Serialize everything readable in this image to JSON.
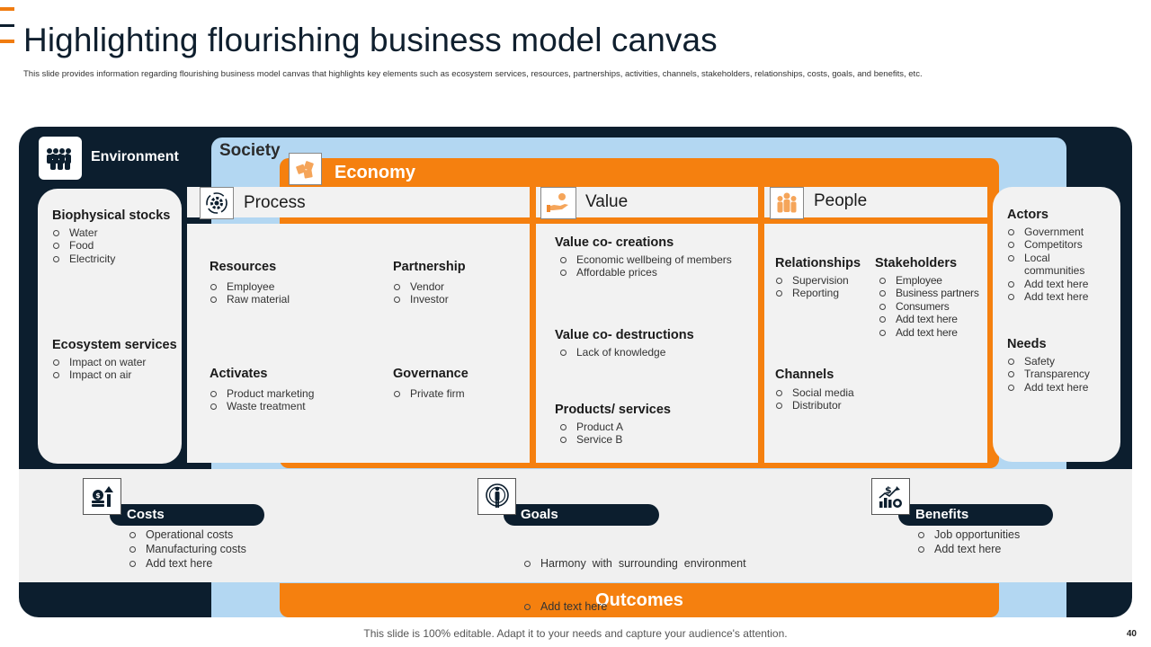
{
  "header": {
    "title": "Highlighting flourishing business model canvas",
    "subtitle": "This slide provides information regarding flourishing business model canvas that highlights  key elements  such as ecosystem services, resources, partnerships, activities, channels, stakeholders, relationships, costs, goals, and benefits, etc."
  },
  "layers": {
    "society": "Society",
    "economy": "Economy",
    "environment": "Environment",
    "outcomes": "Outcomes"
  },
  "environment_panel": {
    "biophysical": {
      "title": "Biophysical stocks",
      "items": [
        "Water",
        "Food",
        "Electricity"
      ]
    },
    "ecosystem": {
      "title": "Ecosystem services",
      "items": [
        "Impact on water",
        "Impact on air"
      ]
    }
  },
  "process": {
    "title": "Process",
    "resources": {
      "title": "Resources",
      "items": [
        "Employee",
        "Raw material"
      ]
    },
    "partnership": {
      "title": "Partnership",
      "items": [
        "Vendor",
        "Investor"
      ]
    },
    "activates": {
      "title": "Activates",
      "items": [
        "Product marketing",
        "Waste treatment"
      ]
    },
    "governance": {
      "title": "Governance",
      "items": [
        "Private firm"
      ]
    }
  },
  "value": {
    "title": "Value",
    "creations": {
      "title": "Value co- creations",
      "items": [
        "Economic wellbeing of members",
        "Affordable prices"
      ]
    },
    "destructions": {
      "title": "Value co- destructions",
      "items": [
        "Lack of knowledge"
      ]
    },
    "products": {
      "title": "Products/ services",
      "items": [
        "Product A",
        "Service B"
      ]
    }
  },
  "people": {
    "title": "People",
    "relationships": {
      "title": "Relationships",
      "items": [
        "Supervision",
        "Reporting"
      ]
    },
    "stakeholders": {
      "title": "Stakeholders",
      "items": [
        "Employee",
        "Business partners",
        "Consumers",
        "Add text here",
        "Add text here"
      ]
    },
    "channels": {
      "title": "Channels",
      "items": [
        "Social media",
        "Distributor"
      ]
    }
  },
  "right_panel": {
    "actors": {
      "title": "Actors",
      "items": [
        "Government",
        "Competitors",
        "Local communities",
        "Add text here",
        "Add text here"
      ]
    },
    "needs": {
      "title": "Needs",
      "items": [
        "Safety",
        "Transparency",
        "Add text here"
      ]
    }
  },
  "bottom": {
    "costs": {
      "title": "Costs",
      "items": [
        "Operational  costs",
        "Manufacturing  costs",
        "Add text here"
      ]
    },
    "goals": {
      "title": "Goals",
      "items": [
        "Harmony  with  surrounding  environment",
        "Add text here"
      ]
    },
    "benefits": {
      "title": "Benefits",
      "items": [
        "Job opportunities",
        "Add text here"
      ]
    }
  },
  "footer": {
    "note": "This slide is 100% editable. Adapt it to your needs and capture your audience's attention.",
    "page_number": "40"
  },
  "colors": {
    "navy": "#0c1e2e",
    "orange": "#f5800f",
    "light_blue": "#b3d7f2",
    "panel_gray": "#f2f2f2"
  },
  "icons": [
    "crowd-icon",
    "gear-cycle-icon",
    "hand-coin-icon",
    "team-icon",
    "puzzle-icon",
    "cost-growth-icon",
    "goal-person-icon",
    "benefit-chart-icon"
  ]
}
